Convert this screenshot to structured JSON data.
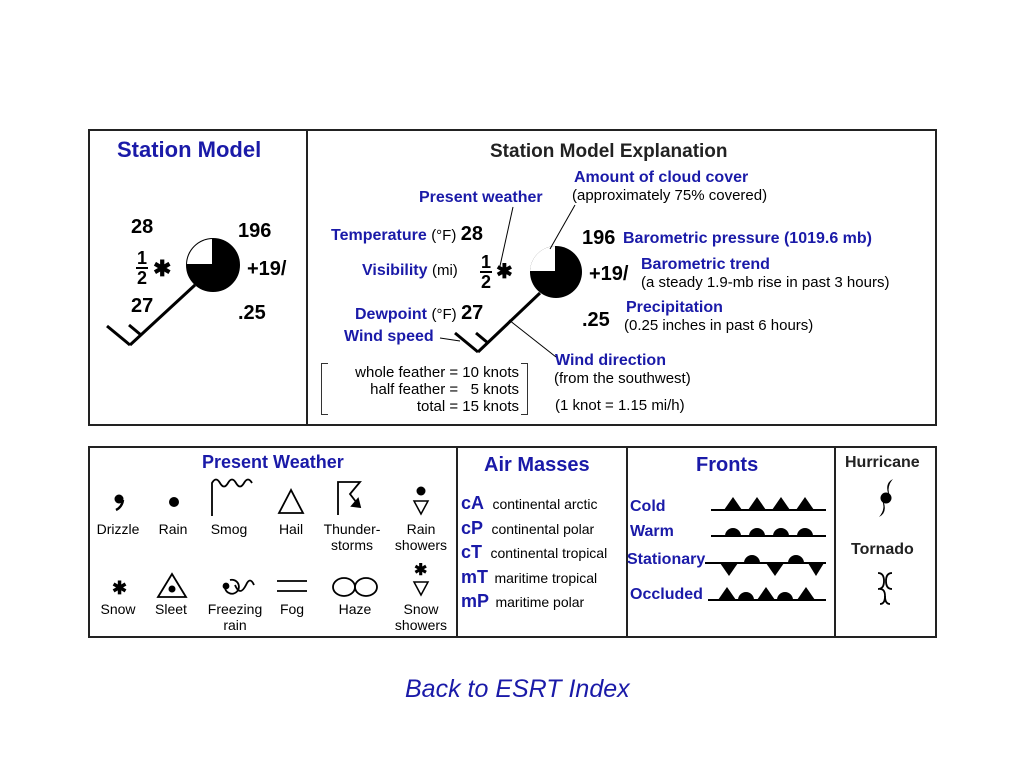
{
  "station_model": {
    "title": "Station Model",
    "temp": "28",
    "visibility_num": "1",
    "visibility_den": "2",
    "dewpoint": "27",
    "pressure": "196",
    "trend": "+19/",
    "precip": ".25"
  },
  "explanation": {
    "title": "Station Model Explanation",
    "present_weather": "Present weather",
    "cloud_cover": "Amount of cloud cover",
    "cloud_cover_note": "(approximately 75% covered)",
    "temperature": "Temperature",
    "temperature_unit": "(°F)",
    "temp_value": "28",
    "visibility": "Visibility",
    "visibility_unit": "(mi)",
    "dewpoint": "Dewpoint",
    "dewpoint_unit": "(°F)",
    "dewpoint_value": "27",
    "wind_speed": "Wind speed",
    "pressure_value": "196",
    "pressure_label": "Barometric pressure (1019.6 mb)",
    "trend_value": "+19/",
    "trend_label": "Barometric trend",
    "trend_note": "(a steady 1.9-mb rise in past 3 hours)",
    "precip_value": ".25",
    "precip_label": "Precipitation",
    "precip_note": "(0.25 inches in past 6 hours)",
    "wind_direction": "Wind direction",
    "wind_direction_note": "(from the southwest)",
    "feather_whole": "whole feather = 10 knots",
    "feather_half": "half feather =   5 knots",
    "feather_total": "total = 15 knots",
    "knot_conversion": "(1 knot = 1.15 mi/h)"
  },
  "present_weather": {
    "title": "Present Weather",
    "items": [
      {
        "label": "Drizzle",
        "icon": "drizzle-icon"
      },
      {
        "label": "Rain",
        "icon": "rain-icon"
      },
      {
        "label": "Smog",
        "icon": "smog-icon"
      },
      {
        "label": "Hail",
        "icon": "hail-icon"
      },
      {
        "label": "Thunder-\nstorms",
        "icon": "thunderstorm-icon"
      },
      {
        "label": "Rain\nshowers",
        "icon": "rain-showers-icon"
      },
      {
        "label": "Snow",
        "icon": "snow-icon"
      },
      {
        "label": "Sleet",
        "icon": "sleet-icon"
      },
      {
        "label": "Freezing\nrain",
        "icon": "freezing-rain-icon"
      },
      {
        "label": "Fog",
        "icon": "fog-icon"
      },
      {
        "label": "Haze",
        "icon": "haze-icon"
      },
      {
        "label": "Snow\nshowers",
        "icon": "snow-showers-icon"
      }
    ]
  },
  "air_masses": {
    "title": "Air Masses",
    "items": [
      {
        "code": "cA",
        "name": "continental arctic"
      },
      {
        "code": "cP",
        "name": "continental polar"
      },
      {
        "code": "cT",
        "name": "continental tropical"
      },
      {
        "code": "mT",
        "name": "maritime tropical"
      },
      {
        "code": "mP",
        "name": "maritime polar"
      }
    ]
  },
  "fronts": {
    "title": "Fronts",
    "items": [
      "Cold",
      "Warm",
      "Stationary",
      "Occluded"
    ]
  },
  "storms": {
    "hurricane": "Hurricane",
    "tornado": "Tornado"
  },
  "back_link": "Back to ESRT Index",
  "colors": {
    "accent": "#1a1aa8",
    "border": "#222222"
  }
}
